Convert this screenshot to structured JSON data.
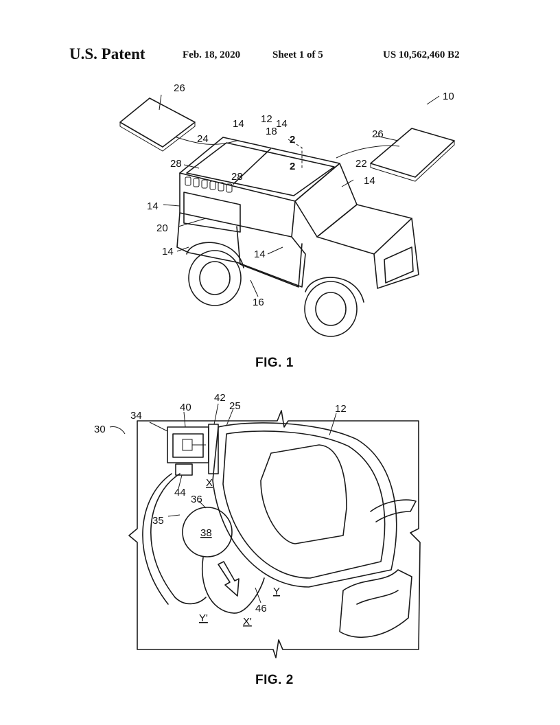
{
  "header": {
    "title": "U.S. Patent",
    "date": "Feb. 18, 2020",
    "sheet": "Sheet 1 of 5",
    "number": "US 10,562,460 B2"
  },
  "fig1": {
    "caption": "FIG. 1",
    "labels": [
      "10",
      "12",
      "14",
      "14",
      "14",
      "14",
      "14",
      "14",
      "16",
      "18",
      "20",
      "22",
      "24",
      "26",
      "26",
      "28",
      "28",
      "2",
      "2"
    ]
  },
  "fig2": {
    "caption": "FIG. 2",
    "labels": [
      "30",
      "34",
      "40",
      "42",
      "25",
      "12",
      "44",
      "36",
      "35",
      "38",
      "X",
      "Y",
      "Y'",
      "X'",
      "46"
    ]
  }
}
